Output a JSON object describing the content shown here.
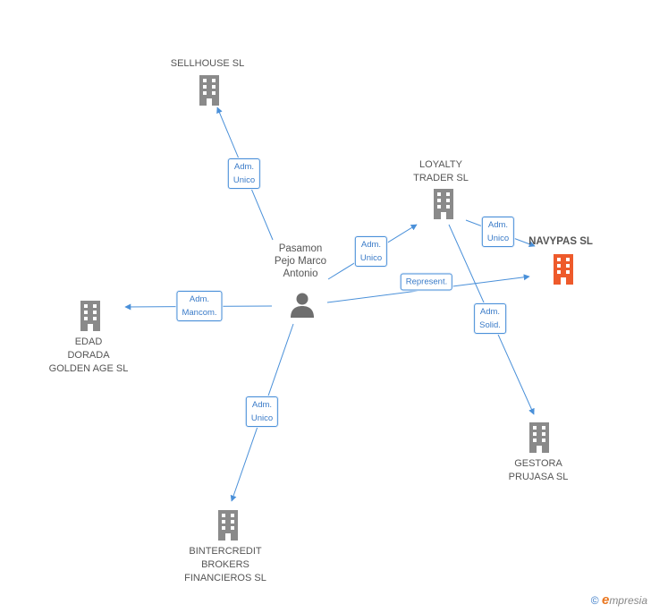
{
  "colors": {
    "edge": "#4a90d9",
    "company_icon": "#8a8a8a",
    "main_company_icon": "#ee5a2b",
    "person_icon": "#6e6e6e"
  },
  "person": {
    "name": "Pasamon\nPejo Marco\nAntonio",
    "icon": "person-icon"
  },
  "companies": [
    {
      "id": "sellhouse",
      "name": "SELLHOUSE SL",
      "icon": "building-icon"
    },
    {
      "id": "loyalty",
      "name": "LOYALTY\nTRADER SL",
      "icon": "building-icon"
    },
    {
      "id": "navypas",
      "name": "NAVYPAS SL",
      "icon": "building-icon",
      "main": true
    },
    {
      "id": "edad",
      "name": "EDAD\nDORADA\nGOLDEN AGE SL",
      "icon": "building-icon"
    },
    {
      "id": "gestora",
      "name": "GESTORA\nPRUJASA SL",
      "icon": "building-icon"
    },
    {
      "id": "bintercredit",
      "name": "BINTERCREDIT\nBROKERS\nFINANCIEROS SL",
      "icon": "building-icon"
    }
  ],
  "relations": [
    {
      "id": "r1",
      "label": "Adm.\nUnico"
    },
    {
      "id": "r2",
      "label": "Adm.\nUnico"
    },
    {
      "id": "r3",
      "label": "Represent."
    },
    {
      "id": "r4",
      "label": "Adm.\nMancom."
    },
    {
      "id": "r5",
      "label": "Adm.\nUnico"
    },
    {
      "id": "r6",
      "label": "Adm.\nUnico"
    },
    {
      "id": "r7",
      "label": "Adm.\nSolid."
    }
  ],
  "footer": {
    "copyright": "©",
    "brand_initial": "e",
    "brand_rest": "mpresia"
  }
}
